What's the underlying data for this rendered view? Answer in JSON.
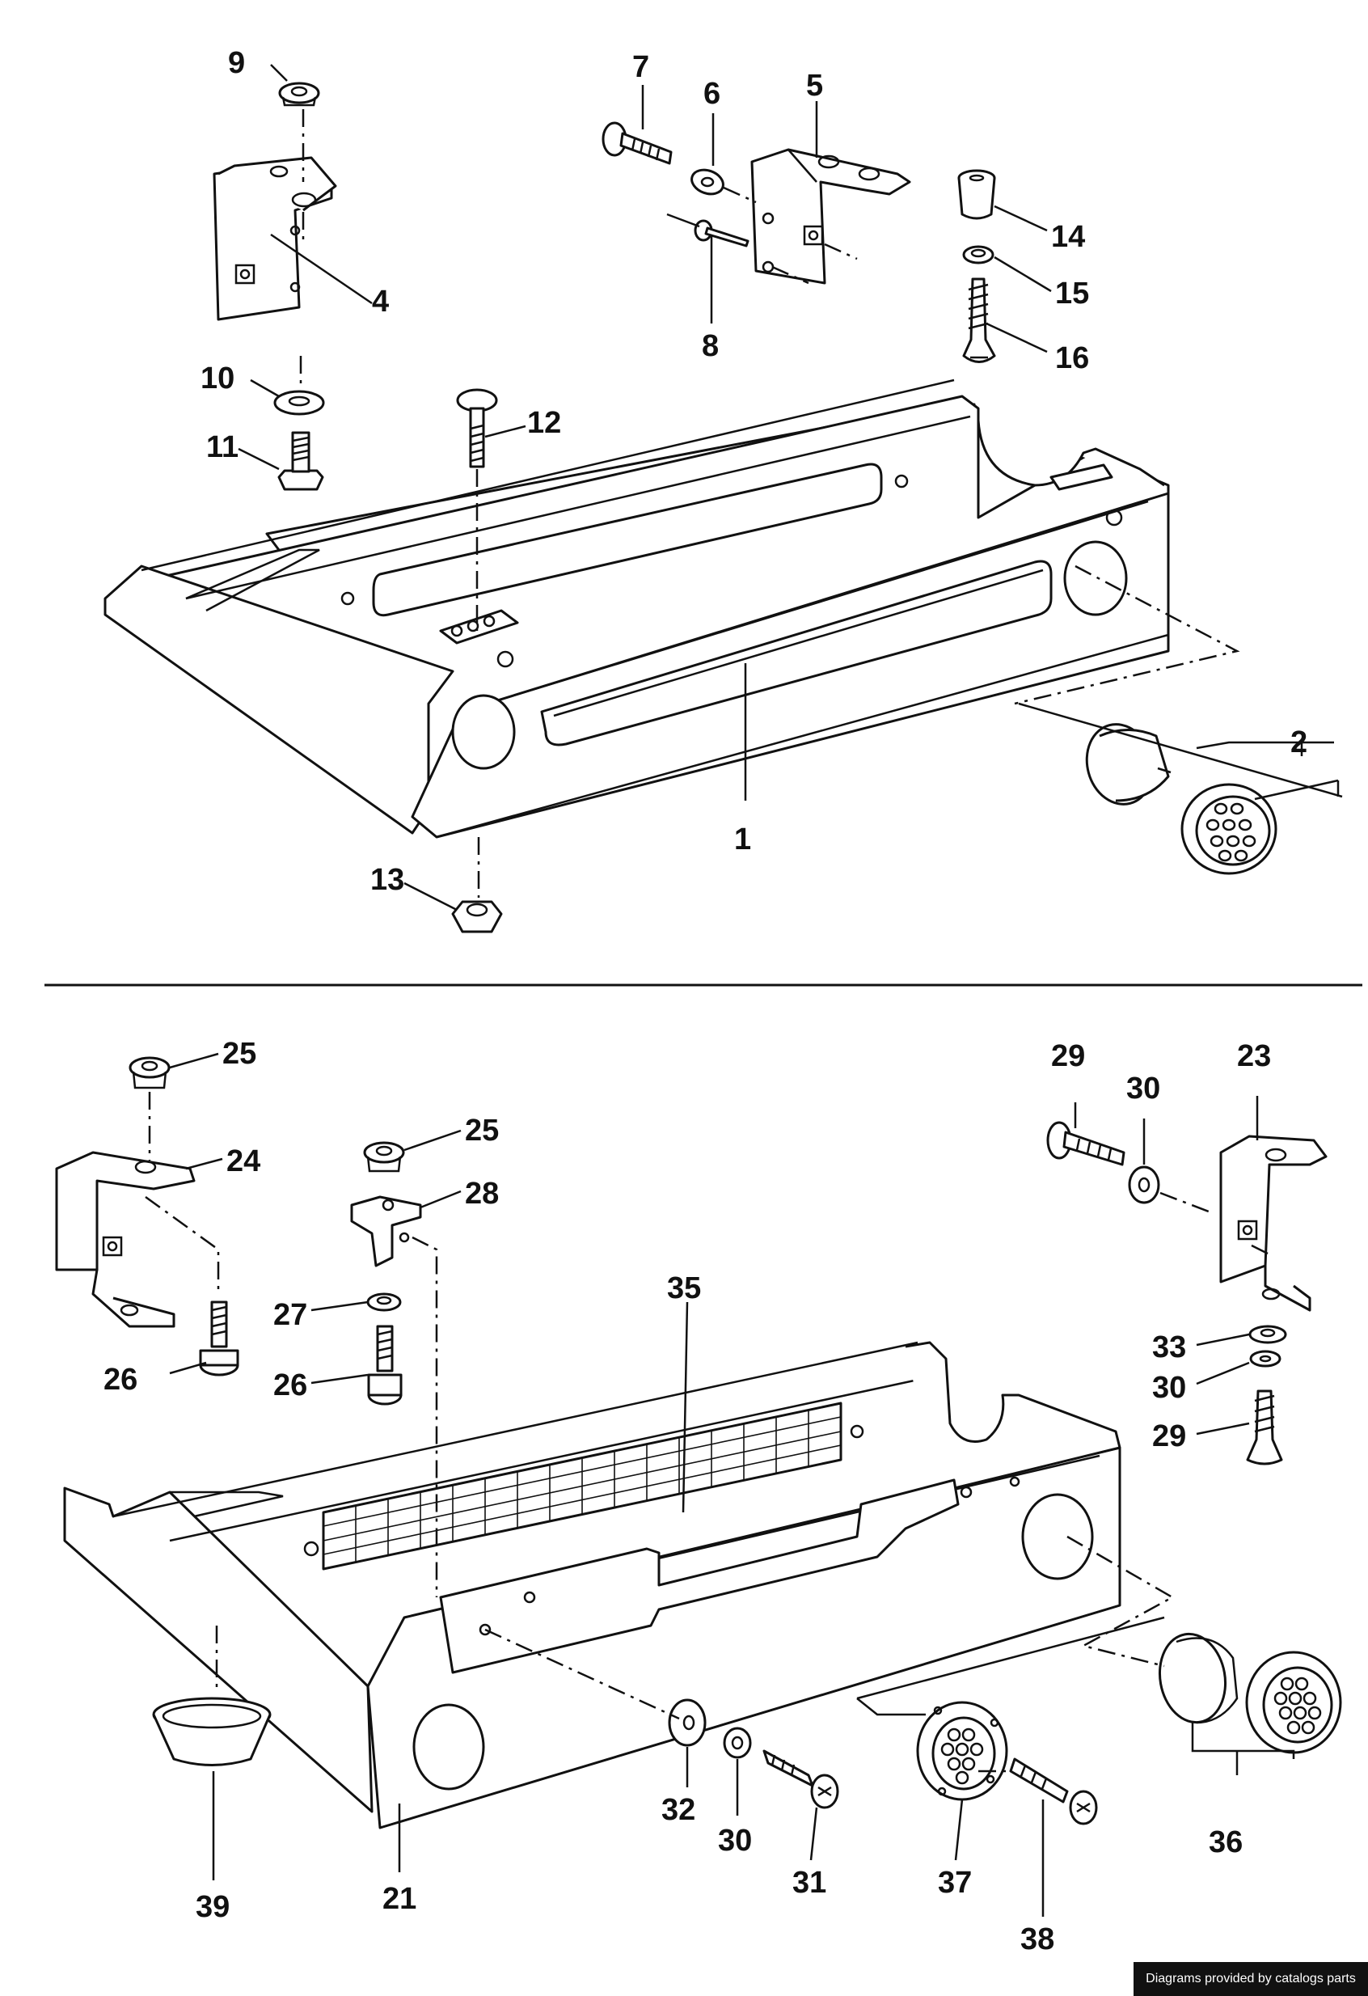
{
  "labels": {
    "l1": "1",
    "l2": "2",
    "l4": "4",
    "l5": "5",
    "l6": "6",
    "l7": "7",
    "l8": "8",
    "l9": "9",
    "l10": "10",
    "l11": "11",
    "l12": "12",
    "l13": "13",
    "l14": "14",
    "l15": "15",
    "l16": "16",
    "l21": "21",
    "l23": "23",
    "l24": "24",
    "l25a": "25",
    "l25b": "25",
    "l26a": "26",
    "l26b": "26",
    "l27": "27",
    "l28": "28",
    "l29a": "29",
    "l29b": "29",
    "l30a": "30",
    "l30b": "30",
    "l30c": "30",
    "l31": "31",
    "l32": "32",
    "l33": "33",
    "l35": "35",
    "l36": "36",
    "l37": "37",
    "l38": "38",
    "l39": "39"
  },
  "footer": {
    "text": "Diagrams provided by catalogs parts"
  }
}
